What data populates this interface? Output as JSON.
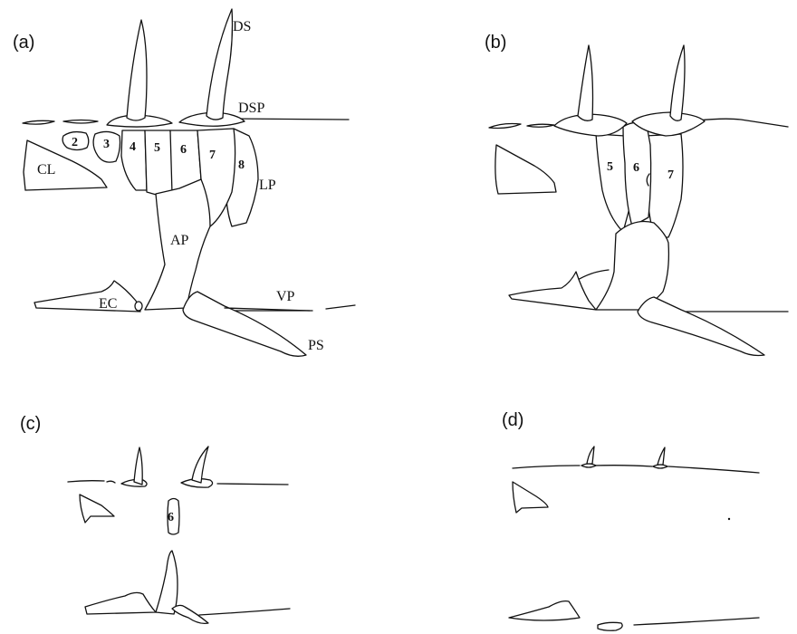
{
  "panels": {
    "a": {
      "label": "(a)"
    },
    "b": {
      "label": "(b)"
    },
    "c": {
      "label": "(c)"
    },
    "d": {
      "label": "(d)"
    }
  },
  "labels_a": {
    "ds": "DS",
    "dsp": "DSP",
    "cl": "CL",
    "lp": "LP",
    "ap": "AP",
    "ec": "EC",
    "vp": "VP",
    "ps": "PS",
    "n2": "2",
    "n3": "3",
    "n4": "4",
    "n5": "5",
    "n6": "6",
    "n7": "7",
    "n8": "8"
  },
  "labels_b": {
    "n5": "5",
    "n6": "6",
    "n7": "7"
  },
  "labels_c": {
    "n6": "6"
  }
}
